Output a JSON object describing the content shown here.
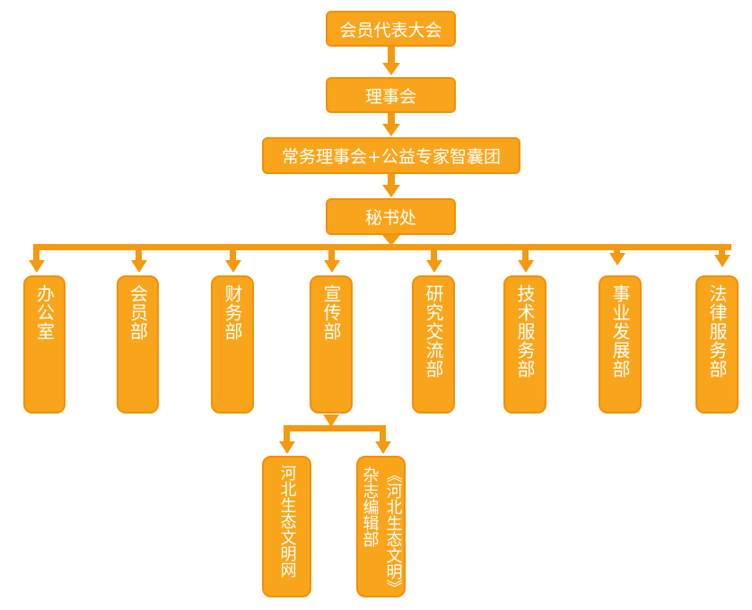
{
  "colors": {
    "box_fill": "#f9a51b",
    "box_border": "#f0900a",
    "connector": "#f39a12",
    "text": "#ffffff"
  },
  "levels": {
    "congress": "会员代表大会",
    "council": "理事会",
    "executive": "常务理事会+公益专家智囊团",
    "secretariat": "秘书处"
  },
  "departments": [
    {
      "label": "办公室"
    },
    {
      "label": "会员部"
    },
    {
      "label": "财务部"
    },
    {
      "label": "宣传部"
    },
    {
      "label": "研究交流部"
    },
    {
      "label": "技术服务部"
    },
    {
      "label": "事业发展部"
    },
    {
      "label": "法律服务部"
    }
  ],
  "sub_units": {
    "website": "河北生态文明网",
    "journal_name": "《河北生态文明》",
    "journal_dept": "杂志编辑部"
  }
}
